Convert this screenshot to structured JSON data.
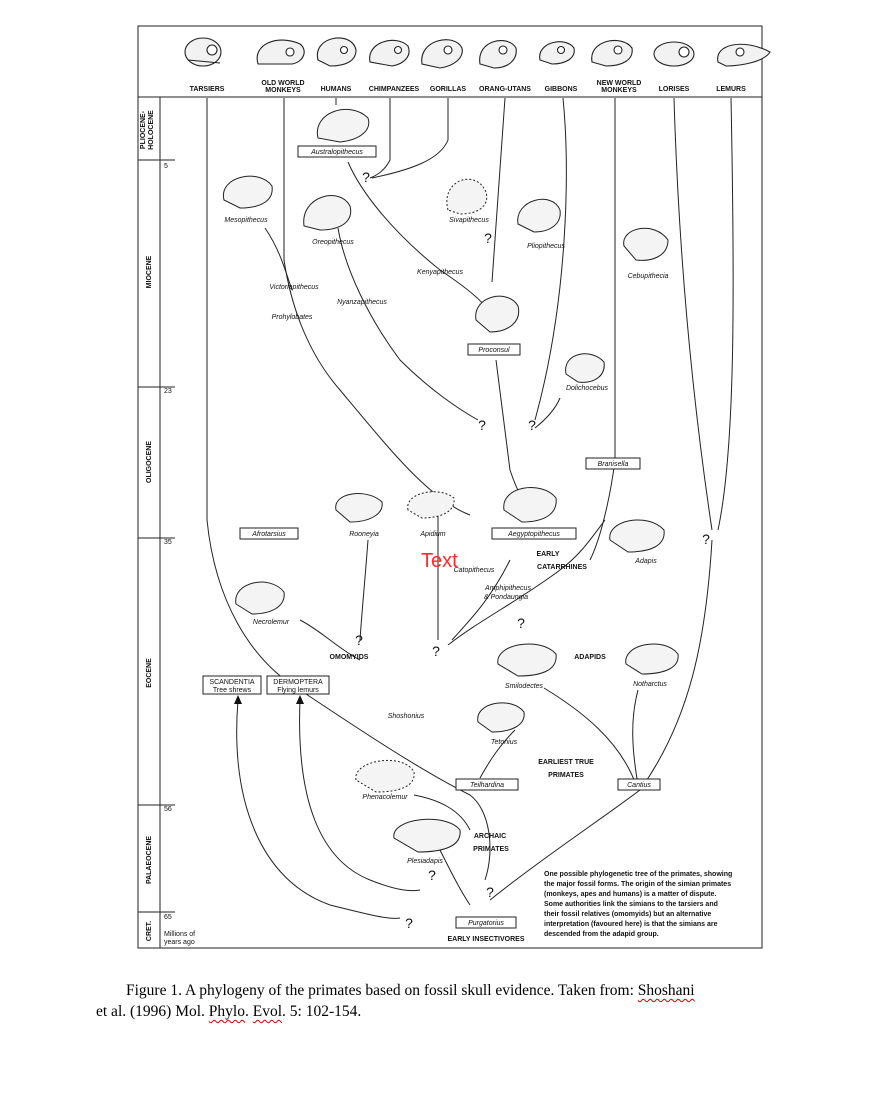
{
  "taxa": [
    "TARSIERS",
    "OLD WORLD",
    "MONKEYS",
    "HUMANS",
    "CHIMPANZEES",
    "GORILLAS",
    "ORANG-UTANS",
    "GIBBONS",
    "NEW WORLD",
    "MONKEYS",
    "LORISES",
    "LEMURS"
  ],
  "epochs": [
    "PLIOCENE-",
    "HOLOCENE",
    "MIOCENE",
    "OLIGOCENE",
    "EOCENE",
    "PALAEOCENE",
    "CRET."
  ],
  "ages": [
    "5",
    "23",
    "35",
    "56",
    "65"
  ],
  "age_unit": [
    "Millions of",
    "years ago"
  ],
  "boxed_fossils": [
    "Australopithecus",
    "Proconsul",
    "Branisella",
    "Afrotarsius",
    "Aegyptopithecus",
    "Teilhardina",
    "Cantius",
    "Purgatorius"
  ],
  "fossils": [
    "Mesopithecus",
    "Oreopithecus",
    "Sivapithecus",
    "Pliopithecus",
    "Kenyapithecus",
    "Cebupithecia",
    "Victoriapithecus",
    "Nyanzapithecus",
    "Prohylobates",
    "Dolichocebus",
    "Rooneyia",
    "Apidium",
    "Adapis",
    "Catopithecus",
    "Amphipithecus",
    "& Pondaungia",
    "Necrolemur",
    "Smilodectes",
    "Notharctus",
    "Shoshonius",
    "Tetonius",
    "Phenacolemur",
    "Plesiadapis"
  ],
  "groups": [
    "EARLY",
    "CATARRHINES",
    "OMOMYIDS",
    "ADAPIDS",
    "EARLIEST TRUE",
    "PRIMATES",
    "ARCHAIC",
    "PRIMATES",
    "EARLY INSECTIVORES"
  ],
  "outgroups": [
    "SCANDENTIA",
    "Tree shrews",
    "DERMOPTERA",
    "Flying lemurs"
  ],
  "question_mark": "?",
  "overlay_text": "Text",
  "description": [
    "One possible phylogenetic tree of the primates, showing",
    "the major fossil forms. The origin of the simian primates",
    "(monkeys, apes and humans) is a matter of dispute.",
    "Some authorities link the simians to the tarsiers and",
    "their fossil relatives (omomyids) but an alternative",
    "interpretation (favoured here) is that the simians are",
    "descended from the adapid group."
  ],
  "caption": {
    "part1": "Figure 1.  A phylogeny of the primates based on fossil skull evidence.  Taken from: ",
    "author": "Shoshani",
    "part2": "et al. (1996) Mol. ",
    "journal1": "Phylo",
    "dot": ". ",
    "journal2": "Evol",
    "part3": ". 5: 102-154."
  },
  "colors": {
    "ink": "#111111",
    "overlay_text": "#ff2a2a",
    "spellcheck": "#d00000"
  }
}
